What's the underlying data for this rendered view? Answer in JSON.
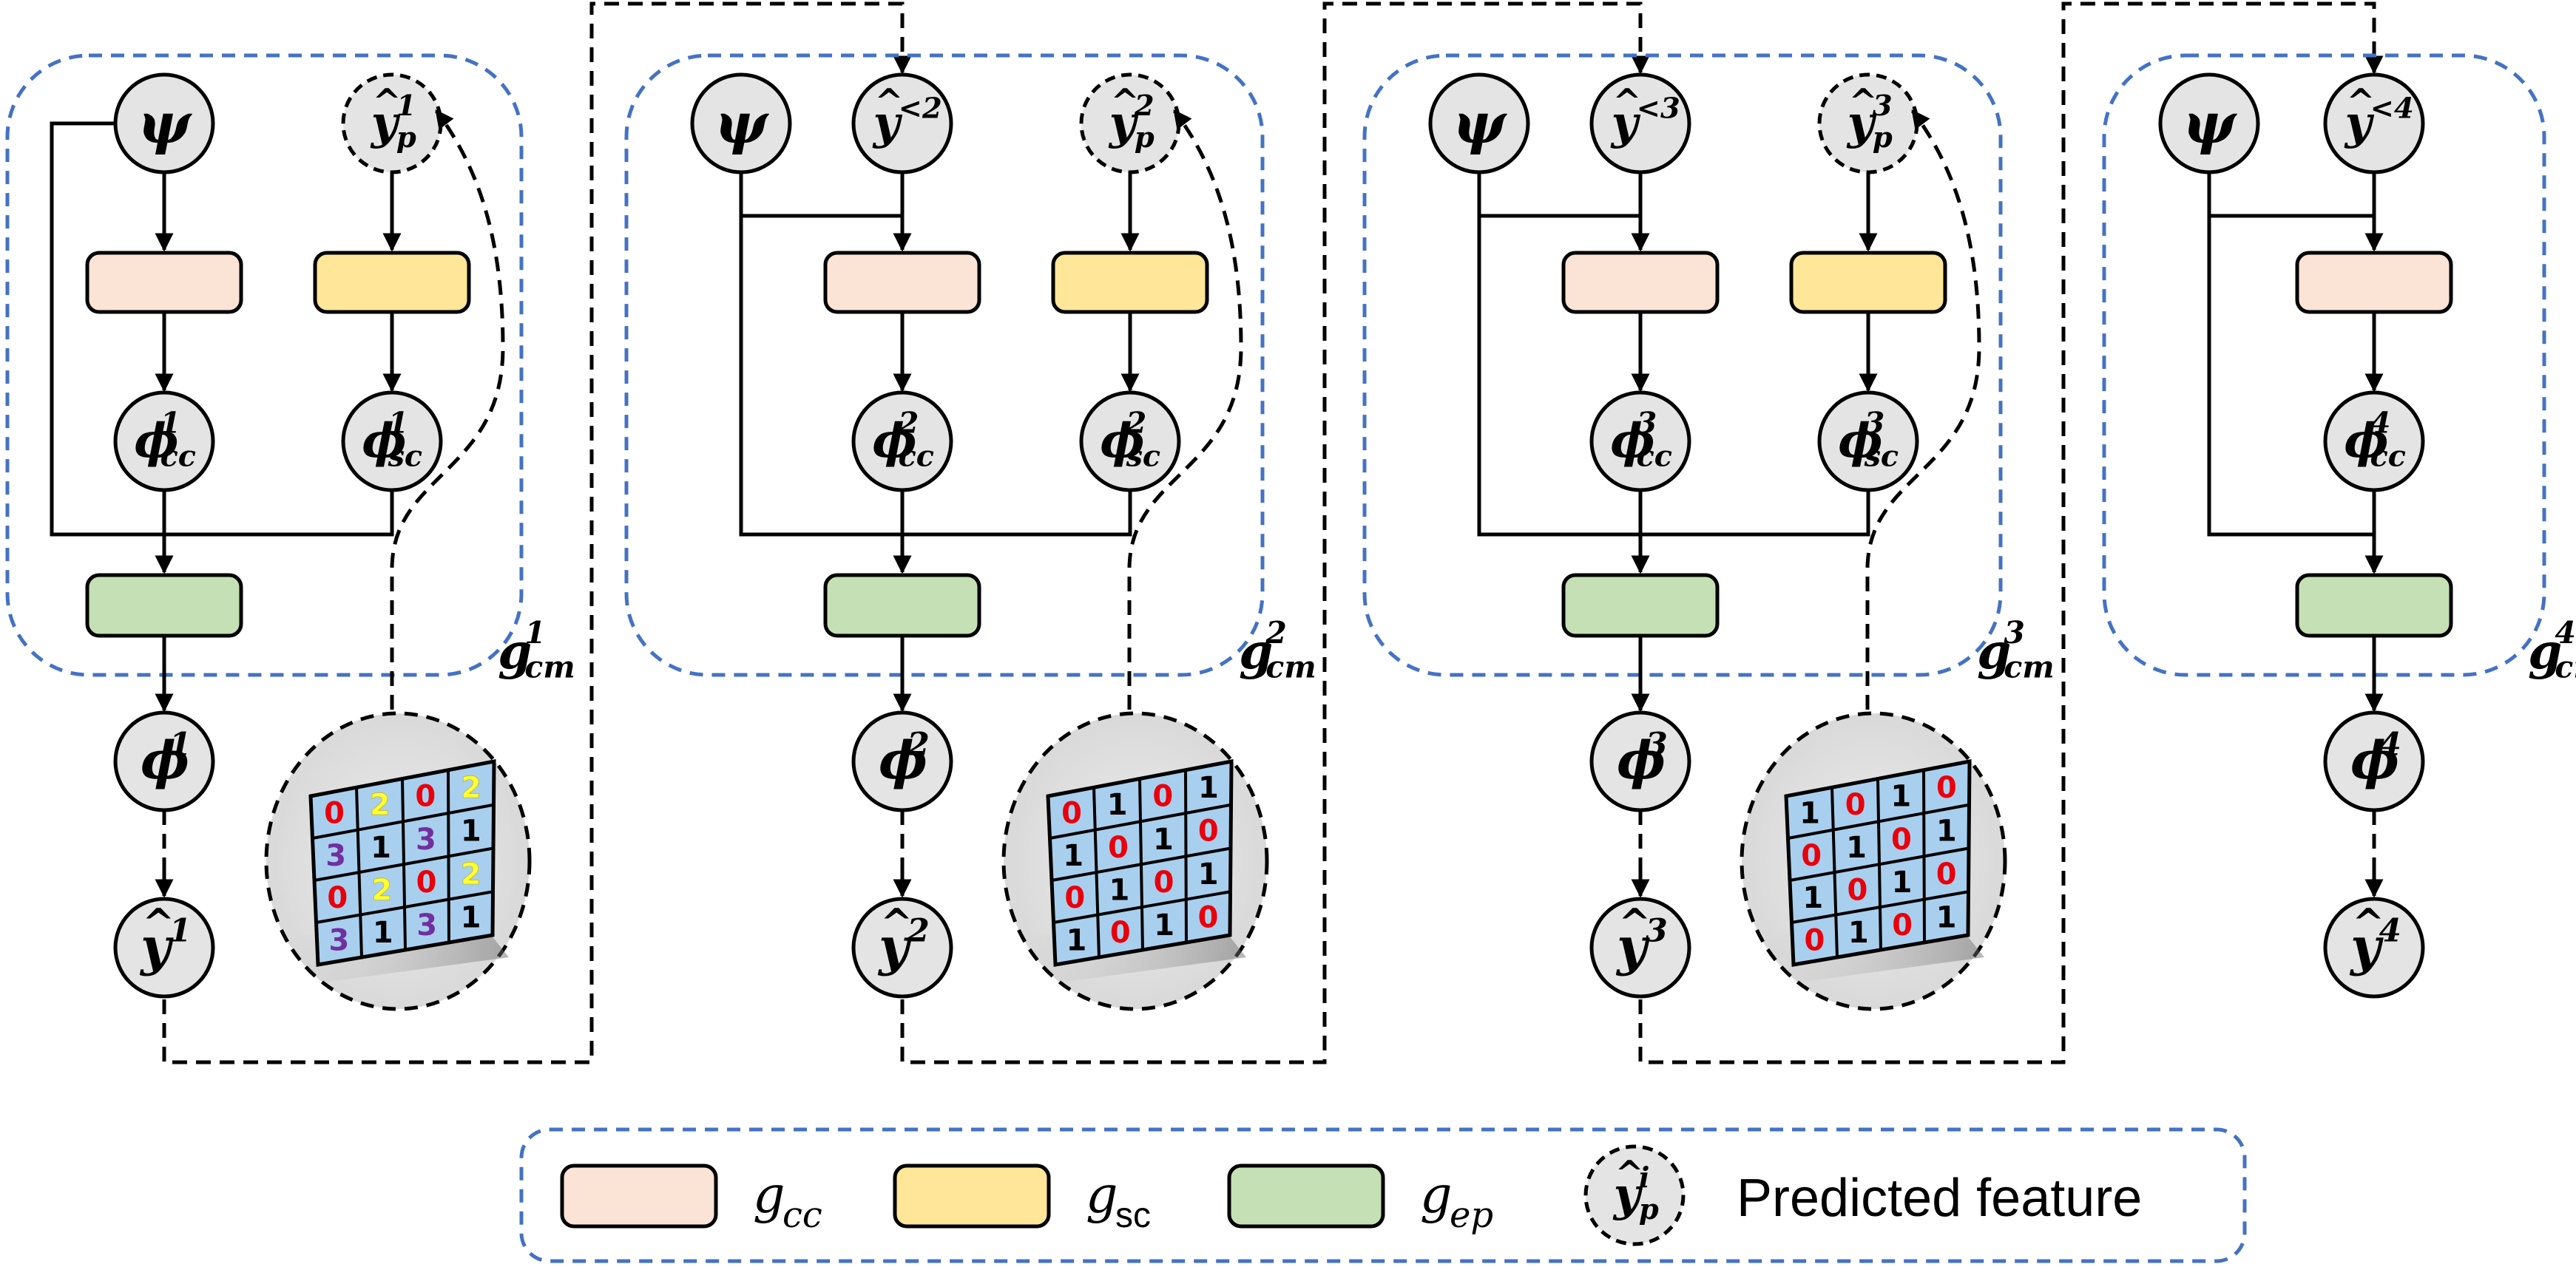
{
  "colors": {
    "g_cc": "#fbe3d6",
    "g_sc": "#ffe699",
    "g_ep": "#c5e0b4",
    "node_fill": "#e4e4e4",
    "module_border": "#4472c4",
    "grid_fill": "#a9cfee",
    "value_0": "#e8000b",
    "value_1": "#000000",
    "value_2": "#ffff33",
    "value_3": "#7030a0"
  },
  "symbols": {
    "psi": "ψ",
    "hat": "^"
  },
  "stages": [
    {
      "index": "1",
      "context_node": "",
      "phi_cc": {
        "base": "ϕ",
        "sup": "1",
        "sub": "cc"
      },
      "phi_sc": {
        "base": "ϕ",
        "sup": "1",
        "sub": "sc"
      },
      "predicted": {
        "base": "y",
        "sup": "1",
        "sub": "p"
      },
      "phi": {
        "base": "ϕ",
        "sup": "1"
      },
      "output": {
        "base": "y",
        "sup": "1"
      },
      "gcm": {
        "base": "g",
        "sup": "1",
        "sub": "cm"
      },
      "grid": [
        [
          "0",
          "2",
          "0",
          "2"
        ],
        [
          "3",
          "1",
          "3",
          "1"
        ],
        [
          "0",
          "2",
          "0",
          "2"
        ],
        [
          "3",
          "1",
          "3",
          "1"
        ]
      ]
    },
    {
      "index": "2",
      "context_node": {
        "base": "y",
        "sup": "<2"
      },
      "phi_cc": {
        "base": "ϕ",
        "sup": "2",
        "sub": "cc"
      },
      "phi_sc": {
        "base": "ϕ",
        "sup": "2",
        "sub": "sc"
      },
      "predicted": {
        "base": "y",
        "sup": "2",
        "sub": "p"
      },
      "phi": {
        "base": "ϕ",
        "sup": "2"
      },
      "output": {
        "base": "y",
        "sup": "2"
      },
      "gcm": {
        "base": "g",
        "sup": "2",
        "sub": "cm"
      },
      "grid": [
        [
          "0",
          "1",
          "0",
          "1"
        ],
        [
          "1",
          "0",
          "1",
          "0"
        ],
        [
          "0",
          "1",
          "0",
          "1"
        ],
        [
          "1",
          "0",
          "1",
          "0"
        ]
      ]
    },
    {
      "index": "3",
      "context_node": {
        "base": "y",
        "sup": "<3"
      },
      "phi_cc": {
        "base": "ϕ",
        "sup": "3",
        "sub": "cc"
      },
      "phi_sc": {
        "base": "ϕ",
        "sup": "3",
        "sub": "sc"
      },
      "predicted": {
        "base": "y",
        "sup": "3",
        "sub": "p"
      },
      "phi": {
        "base": "ϕ",
        "sup": "3"
      },
      "output": {
        "base": "y",
        "sup": "3"
      },
      "gcm": {
        "base": "g",
        "sup": "3",
        "sub": "cm"
      },
      "grid": [
        [
          "1",
          "0",
          "1",
          "0"
        ],
        [
          "0",
          "1",
          "0",
          "1"
        ],
        [
          "1",
          "0",
          "1",
          "0"
        ],
        [
          "0",
          "1",
          "0",
          "1"
        ]
      ]
    },
    {
      "index": "4",
      "context_node": {
        "base": "y",
        "sup": "<4"
      },
      "phi_cc": {
        "base": "ϕ",
        "sup": "4",
        "sub": "cc"
      },
      "phi_sc": "",
      "predicted": "",
      "phi": {
        "base": "ϕ",
        "sup": "4"
      },
      "output": {
        "base": "y",
        "sup": "4"
      },
      "gcm": {
        "base": "g",
        "sup": "4",
        "sub": "cm"
      },
      "grid": ""
    }
  ],
  "legend": {
    "items": [
      {
        "kind": "box",
        "color_key": "g_cc",
        "label_base": "g",
        "label_sub": "cc",
        "sub_italic": true
      },
      {
        "kind": "box",
        "color_key": "g_sc",
        "label_base": "g",
        "label_sub": "sc",
        "sub_italic": false
      },
      {
        "kind": "box",
        "color_key": "g_ep",
        "label_base": "g",
        "label_sub": "ep",
        "sub_italic": true
      },
      {
        "kind": "node",
        "symbol": {
          "base": "y",
          "sup": "i",
          "sub": "p"
        },
        "label": "Predicted feature"
      }
    ]
  }
}
